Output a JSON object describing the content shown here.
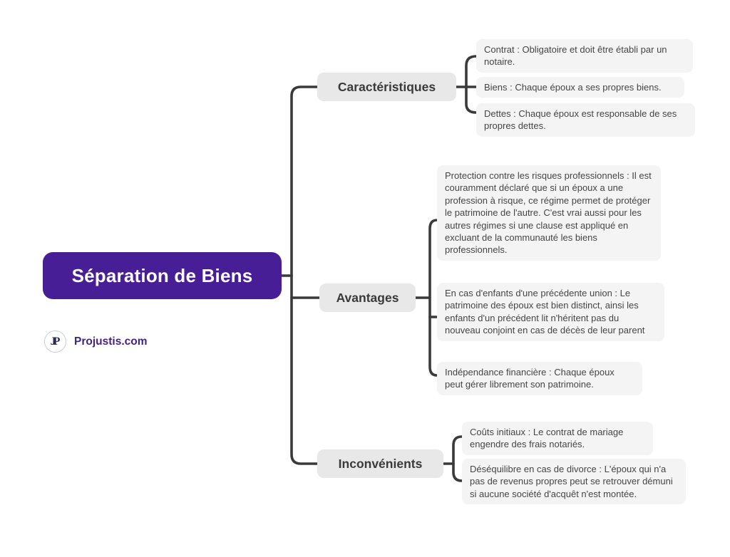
{
  "diagram": {
    "root_label": "Séparation de Biens",
    "brand": {
      "name": "Projustis.com",
      "monogram": "JP"
    },
    "branches": [
      {
        "label": "Caractéristiques",
        "leaves": [
          "Contrat : Obligatoire et doit être établi par un notaire.",
          "Biens : Chaque époux a ses propres biens.",
          "Dettes : Chaque époux est responsable de ses propres dettes."
        ]
      },
      {
        "label": "Avantages",
        "leaves": [
          "Protection contre les risques professionnels : Il est couramment déclaré que si un époux a une profession à risque, ce régime permet de protéger le patrimoine de l'autre. C'est vrai aussi pour les autres régimes si une clause est appliqué en excluant de la communauté les biens professionnels.",
          "En cas d'enfants d'une précédente union : Le patrimoine des époux est bien distinct, ainsi les enfants d'un précédent lit n'héritent pas du nouveau conjoint en cas de décès de leur parent",
          "Indépendance financière : Chaque époux peut gérer librement son patrimoine."
        ]
      },
      {
        "label": "Inconvénients",
        "leaves": [
          "Coûts initiaux : Le contrat de mariage engendre des frais notariés.",
          "Déséquilibre en cas de divorce : L'époux qui n'a pas de revenus propres peut se retrouver démuni si aucune société d'acquêt n'est montée."
        ]
      }
    ],
    "colors": {
      "background": "#FFFFFF",
      "root_bg": "#481E96",
      "root_text": "#FFFFFF",
      "branch_bg": "#E8E8E8",
      "leaf_bg": "#F4F4F4",
      "line": "#3A3A3A",
      "leaf_text": "#454545",
      "brand_text": "#452383",
      "monogram_color": "#252A5C"
    }
  }
}
